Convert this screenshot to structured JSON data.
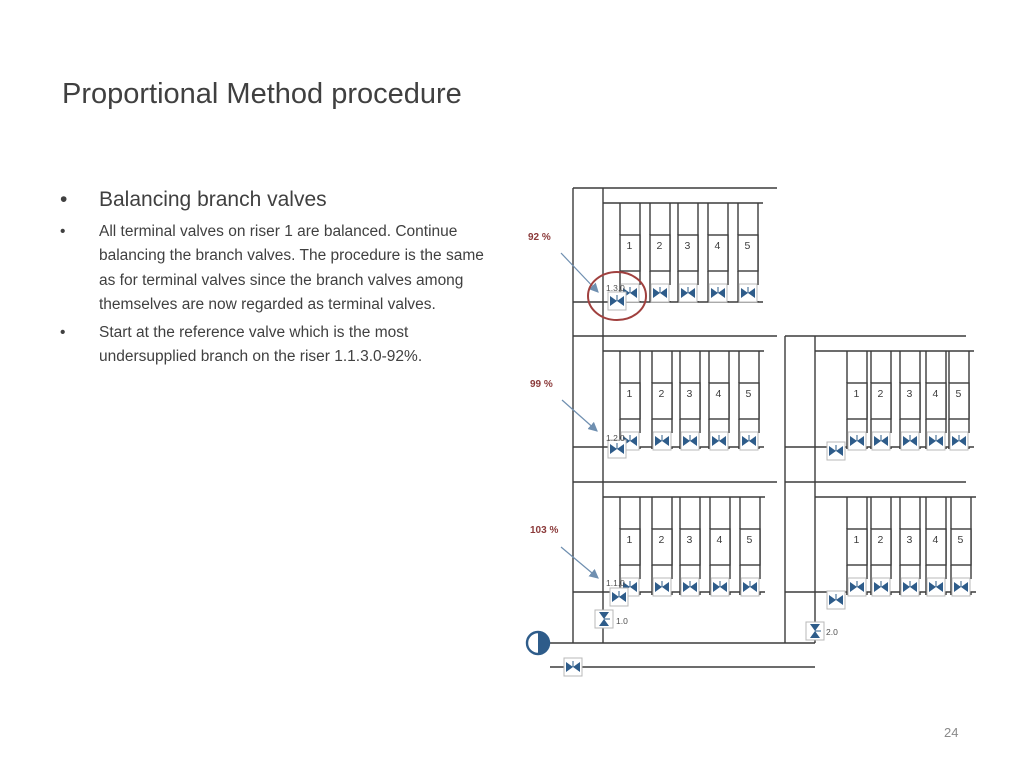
{
  "slide": {
    "title": "Proportional Method procedure",
    "heading_bullet": "Balancing branch valves",
    "bullets": [
      "All terminal valves on riser 1 are balanced. Continue balancing the branch valves. The procedure is the same as for terminal valves since the branch valves among themselves are now regarded as terminal valves.",
      "Start at the reference valve which is the most undersupplied branch on the riser 1.1.3.0-92%."
    ],
    "bullet_glyph": "•",
    "page_number": "24"
  },
  "diagram": {
    "unit_labels": [
      "1",
      "2",
      "3",
      "4",
      "5"
    ],
    "percentages": [
      {
        "id": "p92",
        "text": "92 %"
      },
      {
        "id": "p99",
        "text": "99 %"
      },
      {
        "id": "p103",
        "text": "103 %"
      }
    ],
    "valve_labels": [
      {
        "id": "v130",
        "text": "1.3.0"
      },
      {
        "id": "v120",
        "text": "1.2.0"
      },
      {
        "id": "v110",
        "text": "1.1.0"
      },
      {
        "id": "v10",
        "text": "1.0"
      },
      {
        "id": "v20",
        "text": "2.0"
      }
    ],
    "colors": {
      "pipe": "#3c3c3c",
      "valve": "#2e5c8a",
      "percent_text": "#8b3a3a",
      "highlight_circle": "#a0403e",
      "arrow": "#6f8fb0",
      "title": "#404040"
    },
    "icons": [
      "pump-icon",
      "valve-icon",
      "arrow-icon"
    ]
  }
}
